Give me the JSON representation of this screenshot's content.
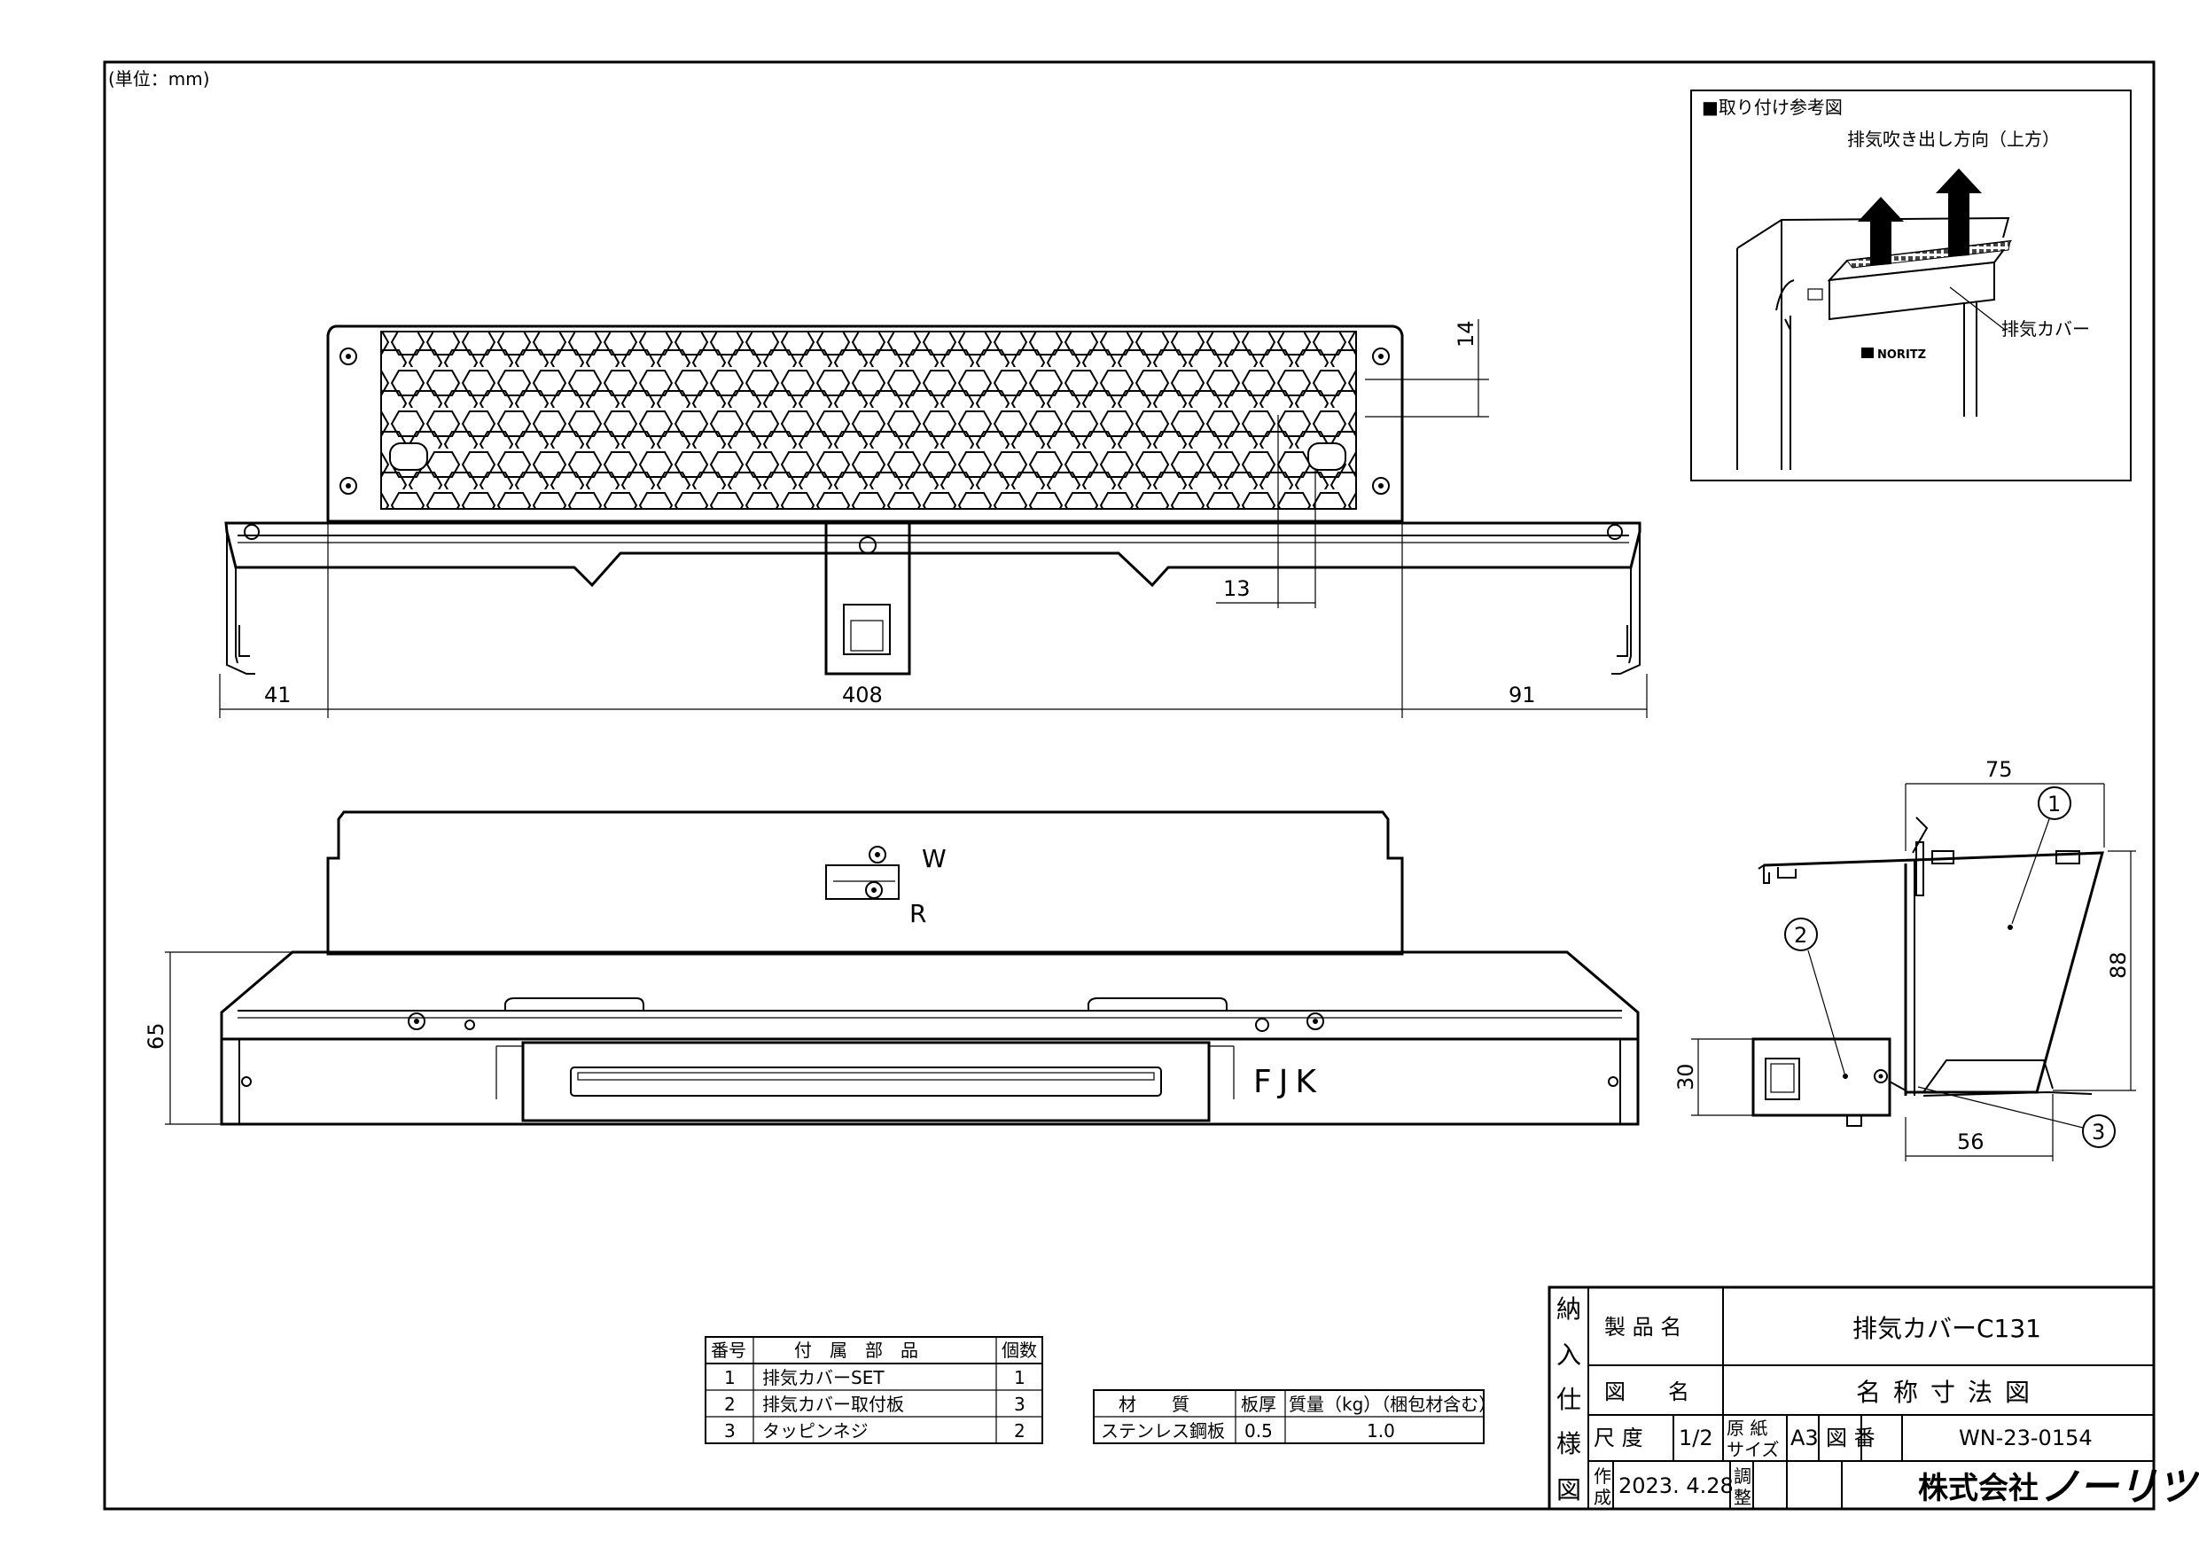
{
  "unit_label": "(単位：mm)",
  "reference": {
    "title": "■取り付け参考図",
    "direction_label": "排気吹き出し方向（上方）",
    "cover_label": "排気カバー",
    "brand_mark": "NORITZ"
  },
  "dimensions": {
    "top_view": {
      "d14": "14",
      "d13": "13",
      "d41": "41",
      "d408": "408",
      "d91": "91"
    },
    "front_view": {
      "d65": "65",
      "mark_w": "W",
      "mark_r": "R",
      "mark_fjk": "FJK"
    },
    "side_view": {
      "d75": "75",
      "d88": "88",
      "d30": "30",
      "d56": "56",
      "c1": "1",
      "c2": "2",
      "c3": "3"
    }
  },
  "parts_table": {
    "headers": [
      "番号",
      "付　属　部　品",
      "個数"
    ],
    "rows": [
      [
        "1",
        "排気カバーSET",
        "1"
      ],
      [
        "2",
        "排気カバー取付板",
        "3"
      ],
      [
        "3",
        "タッピンネジ",
        "2"
      ]
    ]
  },
  "material_table": {
    "headers": [
      "材　　質",
      "板厚",
      "質量（kg）（梱包材含む）"
    ],
    "rows": [
      [
        "ステンレス鋼板",
        "0.5",
        "1.0"
      ]
    ]
  },
  "title_block": {
    "vertical_label": [
      "納",
      "入",
      "仕",
      "様",
      "図"
    ],
    "product_name_label": "製 品 名",
    "product_name": "排気カバーC131",
    "drawing_name_label": "図　　名",
    "drawing_name": "名称寸法図",
    "scale_label": "尺 度",
    "scale": "1/2",
    "paper_label_1": "原 紙",
    "paper_label_2": "サイズ",
    "paper_size": "A3",
    "drawing_no_label": "図 番",
    "drawing_no": "WN-23-0154",
    "created_label_1": "作",
    "created_label_2": "成",
    "created_date": "2023. 4.28",
    "adjust_label_1": "調",
    "adjust_label_2": "整",
    "company_prefix": "株式会社",
    "company_name": "ノーリツ"
  }
}
